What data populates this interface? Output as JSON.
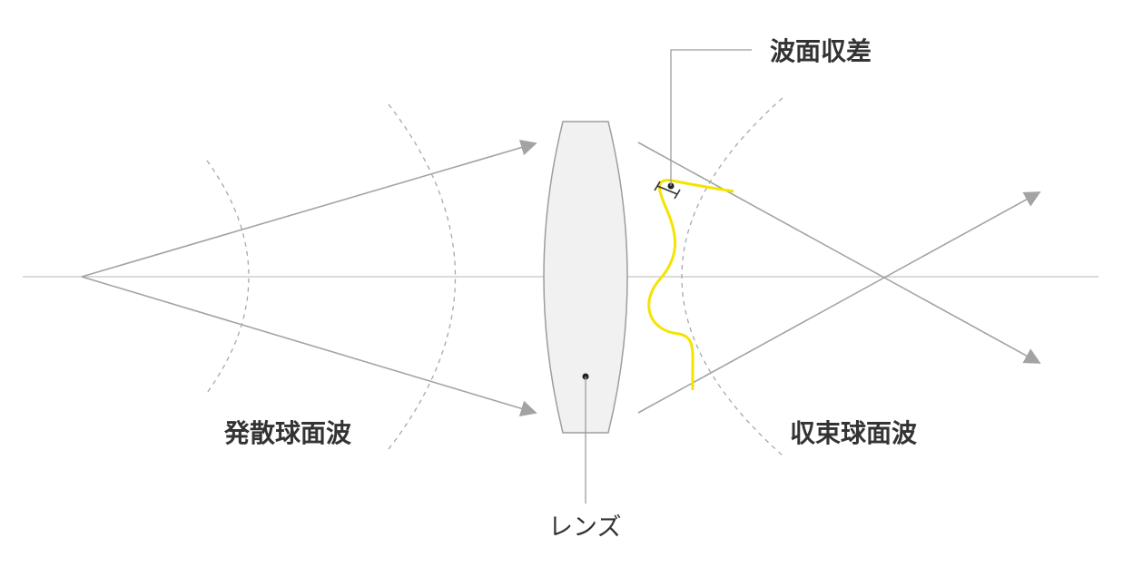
{
  "labels": {
    "diverging": "発散球面波",
    "converging": "収束球面波",
    "lens": "レンズ",
    "aberration": "波面収差"
  },
  "colors": {
    "background": "#ffffff",
    "ray": "#a3a3a3",
    "axis": "#c4c4c4",
    "wavefront": "#a8a8a8",
    "lens_fill": "#f1f1f1",
    "lens_stroke": "#9d9d9d",
    "aberrated_wavefront": "#f5e300",
    "text": "#333333"
  }
}
